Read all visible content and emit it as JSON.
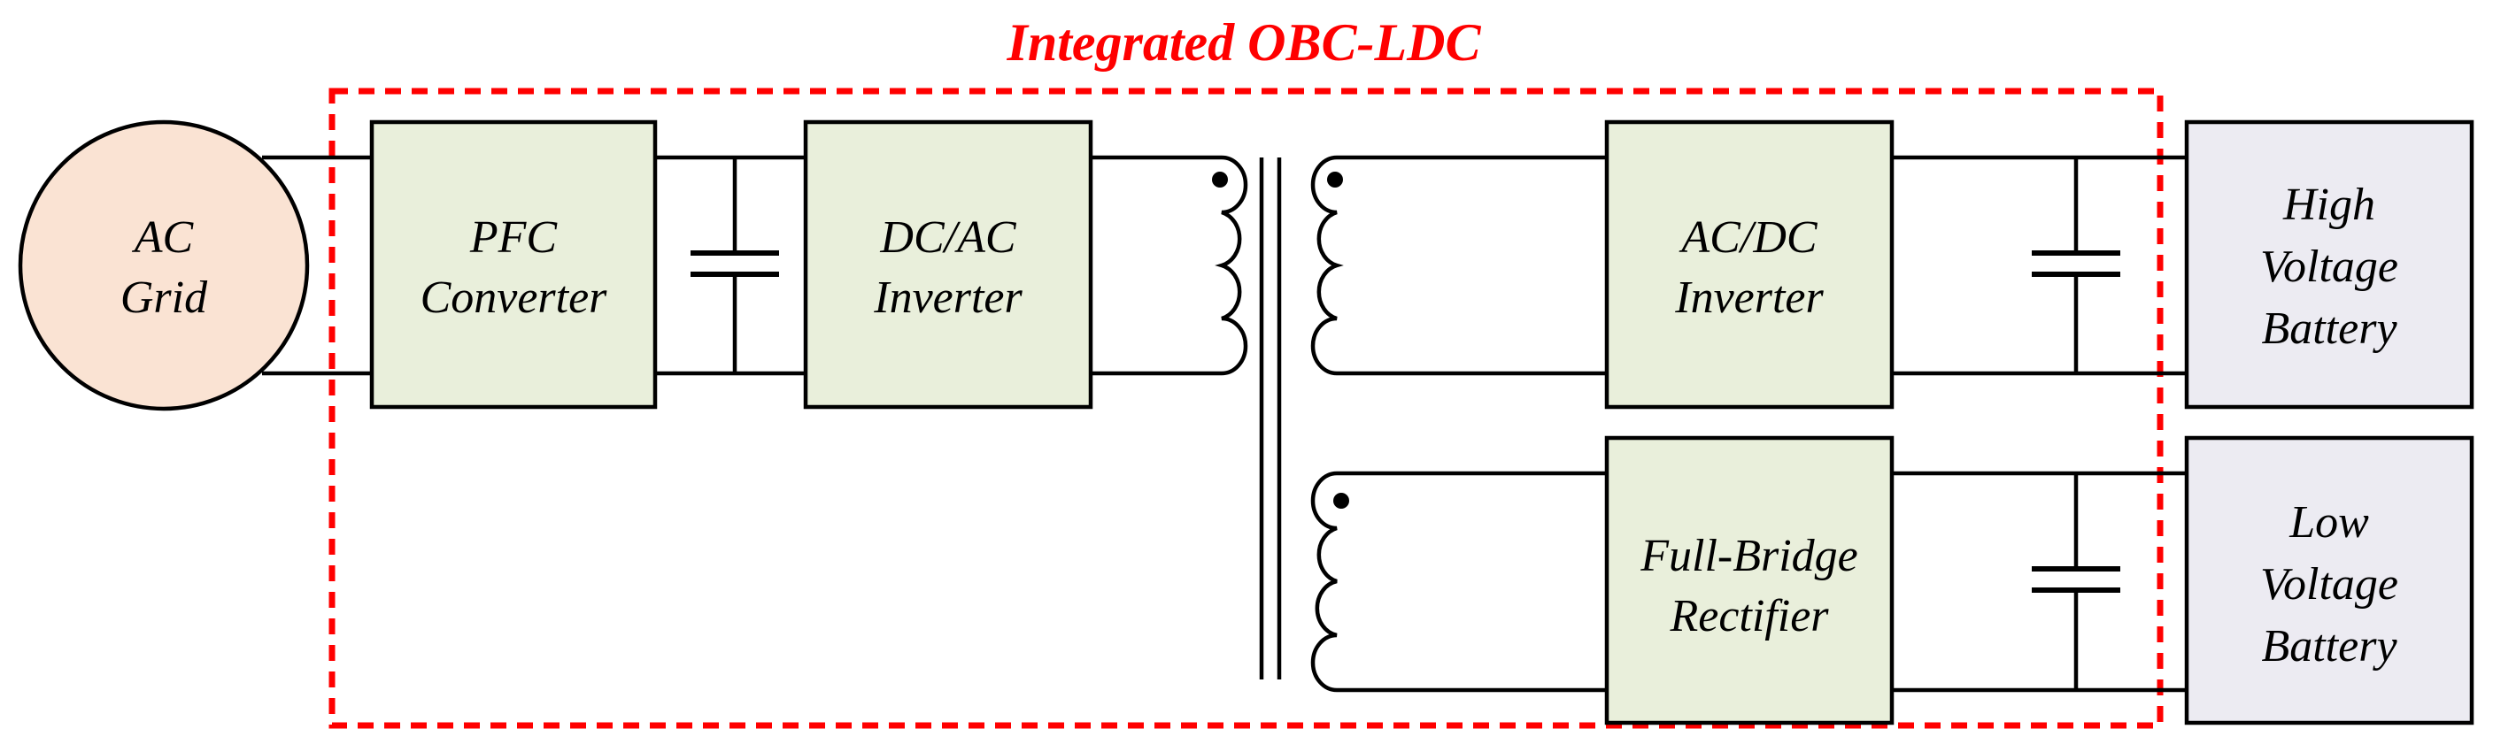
{
  "title": "Integrated OBC-LDC",
  "colors": {
    "title": "#ff0000",
    "grid_fill": "#fae3d3",
    "block_fill": "#e9efdb",
    "battery_fill": "#ecebf2",
    "boundary": "#ff0000"
  },
  "ac_grid": {
    "lines": [
      "AC",
      "Grid"
    ]
  },
  "blocks": {
    "pfc": {
      "lines": [
        "PFC",
        "Converter"
      ]
    },
    "dcac": {
      "lines": [
        "DC/AC",
        "Inverter"
      ]
    },
    "acdc": {
      "lines": [
        "AC/DC",
        "Inverter"
      ]
    },
    "rectifier": {
      "lines": [
        "Full-Bridge",
        "Rectifier"
      ]
    }
  },
  "batteries": {
    "high": {
      "lines": [
        "High",
        "Voltage",
        "Battery"
      ]
    },
    "low": {
      "lines": [
        "Low",
        "Voltage",
        "Battery"
      ]
    }
  }
}
